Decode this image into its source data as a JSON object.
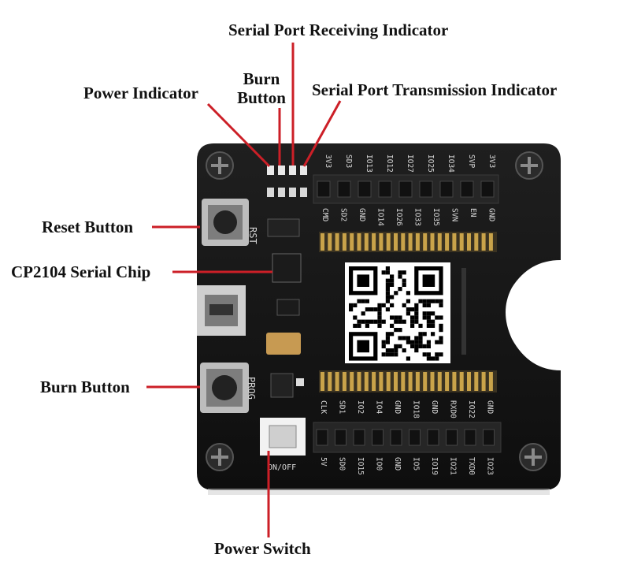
{
  "labels": {
    "serial_rx": "Serial Port Receiving Indicator",
    "power_indicator": "Power Indicator",
    "burn_button_top": "Burn Button",
    "serial_tx": "Serial Port Transmission Indicator",
    "reset_button": "Reset Button",
    "cp2104": "CP2104 Serial Chip",
    "burn_button_left": "Burn Button",
    "power_switch": "Power Switch"
  },
  "board": {
    "top_pins_upper": [
      "3V3",
      "SD3",
      "IO13",
      "IO12",
      "IO27",
      "IO25",
      "IO34",
      "SVP",
      "3V3"
    ],
    "top_pins_lower": [
      "CMD",
      "SD2",
      "GND",
      "IO14",
      "IO26",
      "IO33",
      "IO35",
      "SVN",
      "EN",
      "GND"
    ],
    "bottom_pins_upper": [
      "CLK",
      "SD1",
      "IO2",
      "IO4",
      "GND",
      "IO18",
      "GND",
      "RXD0",
      "IO22",
      "GND"
    ],
    "bottom_pins_lower": [
      "5V",
      "SD0",
      "IO15",
      "IO0",
      "GND",
      "IO5",
      "IO19",
      "IO21",
      "TXD0",
      "IO23"
    ],
    "silk_rst": "RST",
    "silk_prog": "PROG",
    "silk_onoff": "ON/OFF"
  },
  "colors": {
    "leader_line": "#cc1f27",
    "board": "#151515",
    "header": "#262626",
    "pin_gold": "#c9a34a"
  }
}
